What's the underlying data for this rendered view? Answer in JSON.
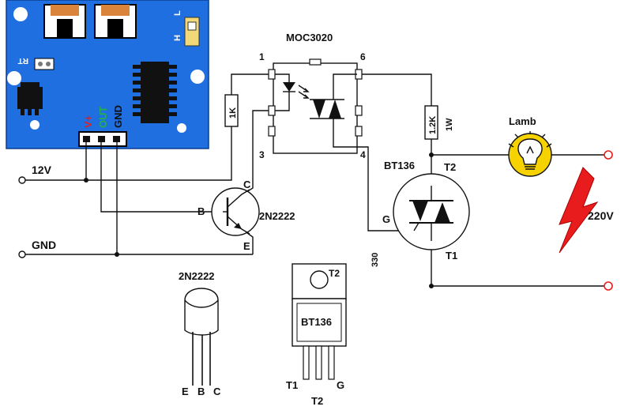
{
  "module": {
    "pins": {
      "vplus": "V+",
      "out": "OUT",
      "gnd": "GND"
    },
    "pot_label": "RT",
    "jumper_l": "L",
    "jumper_h": "H",
    "colors": {
      "board": "#1f6fe0",
      "vplus": "#e02020",
      "out": "#22b14c",
      "gnd": "#111111"
    }
  },
  "optocoupler": {
    "name": "MOC3020",
    "pins": {
      "p1": "1",
      "p3": "3",
      "p4": "4",
      "p6": "6"
    }
  },
  "resistors": {
    "r1": "1K",
    "r2": "1.2K",
    "r2_power": "1W",
    "r_gate": "330"
  },
  "transistor": {
    "name": "2N2222",
    "pins": {
      "b": "B",
      "c": "C",
      "e": "E"
    }
  },
  "triac": {
    "name": "BT136",
    "pins": {
      "t1": "T1",
      "t2": "T2",
      "g": "G"
    }
  },
  "lamp": {
    "label": "Lamb",
    "color": "#f6d300"
  },
  "supply": {
    "v12": "12V",
    "gnd": "GND",
    "mains": "220V",
    "bolt_color": "#e81c1c"
  },
  "packages": {
    "to92": {
      "title": "2N2222",
      "pins": [
        "E",
        "B",
        "C"
      ]
    },
    "to220": {
      "title": "BT136",
      "tab": "T2",
      "pins": [
        "T1",
        "T2",
        "G"
      ]
    }
  }
}
